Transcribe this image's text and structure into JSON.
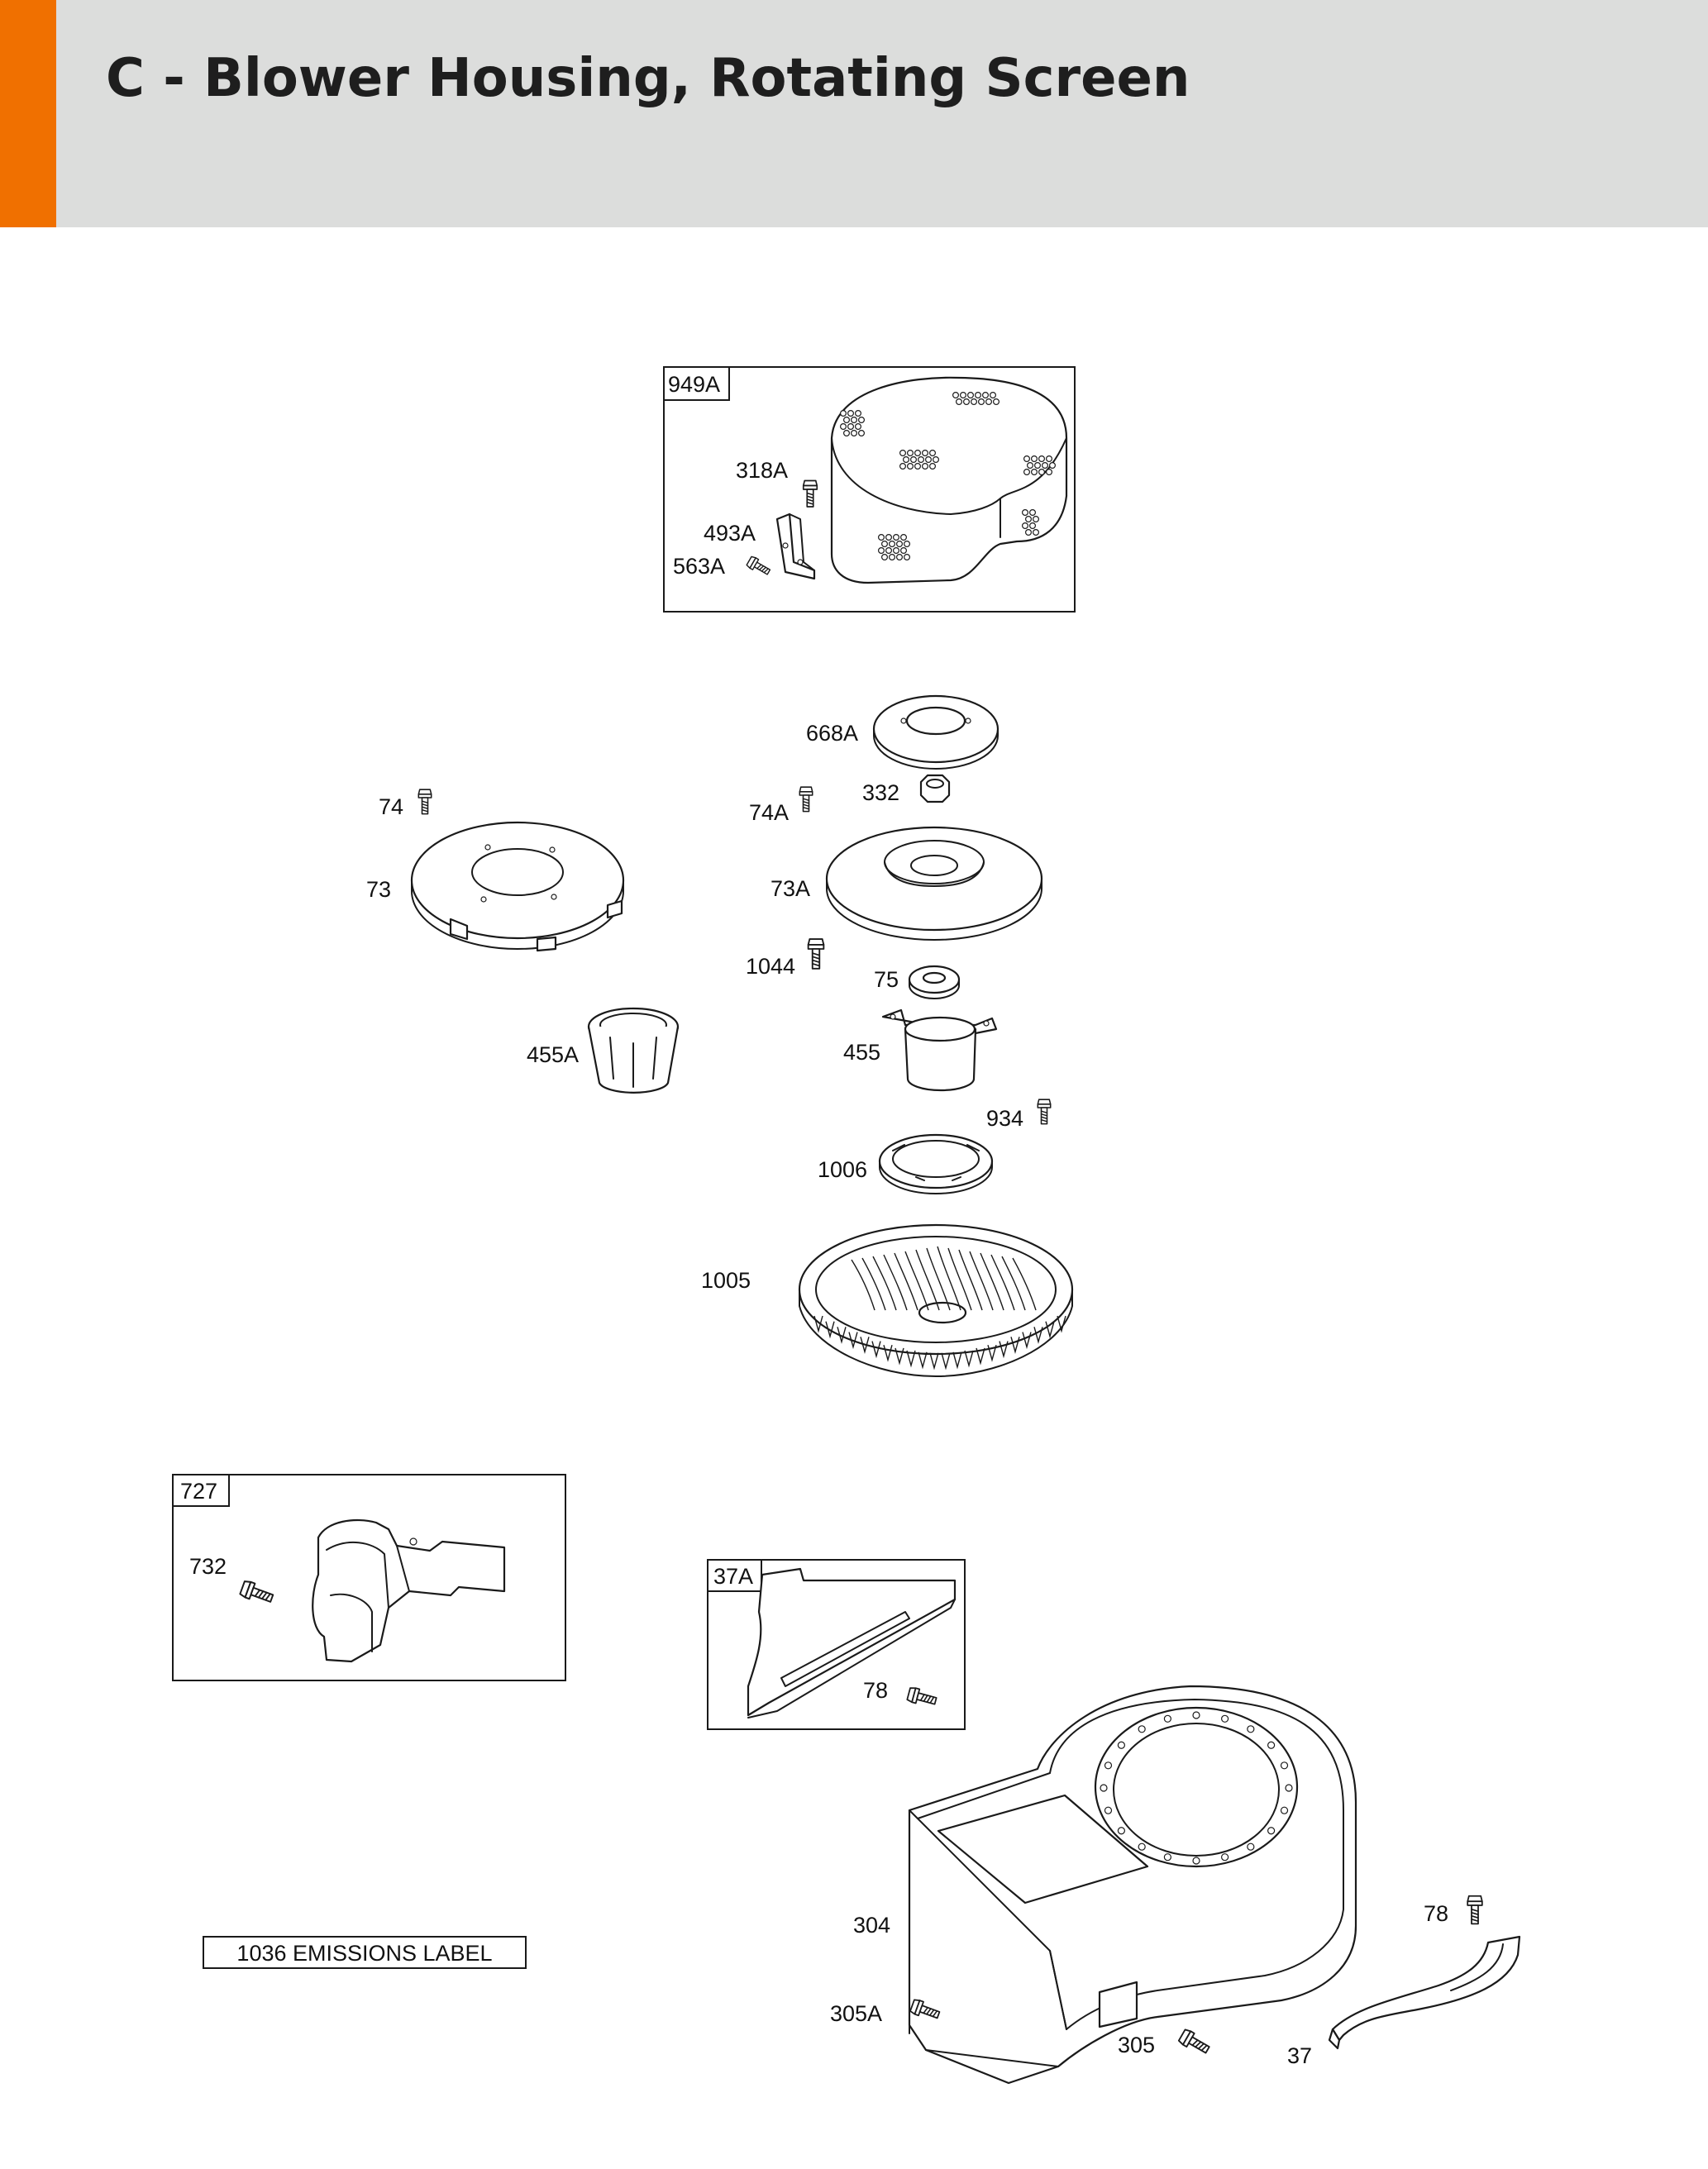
{
  "header": {
    "title": "C - Blower Housing, Rotating Screen",
    "accent_color": "#f07000",
    "band_color": "#dcdddc"
  },
  "boxes": {
    "kit_949A": "949A",
    "kit_727": "727",
    "kit_37A": "37A",
    "emissions_label": "1036 EMISSIONS LABEL"
  },
  "parts": {
    "p318A": "318A",
    "p493A": "493A",
    "p563A": "563A",
    "p668A": "668A",
    "p74": "74",
    "p74A": "74A",
    "p332": "332",
    "p73": "73",
    "p73A": "73A",
    "p1044": "1044",
    "p75": "75",
    "p455A": "455A",
    "p455": "455",
    "p934": "934",
    "p1006": "1006",
    "p1005": "1005",
    "p732": "732",
    "p78a": "78",
    "p304": "304",
    "p78b": "78",
    "p305A": "305A",
    "p305": "305",
    "p37": "37"
  }
}
